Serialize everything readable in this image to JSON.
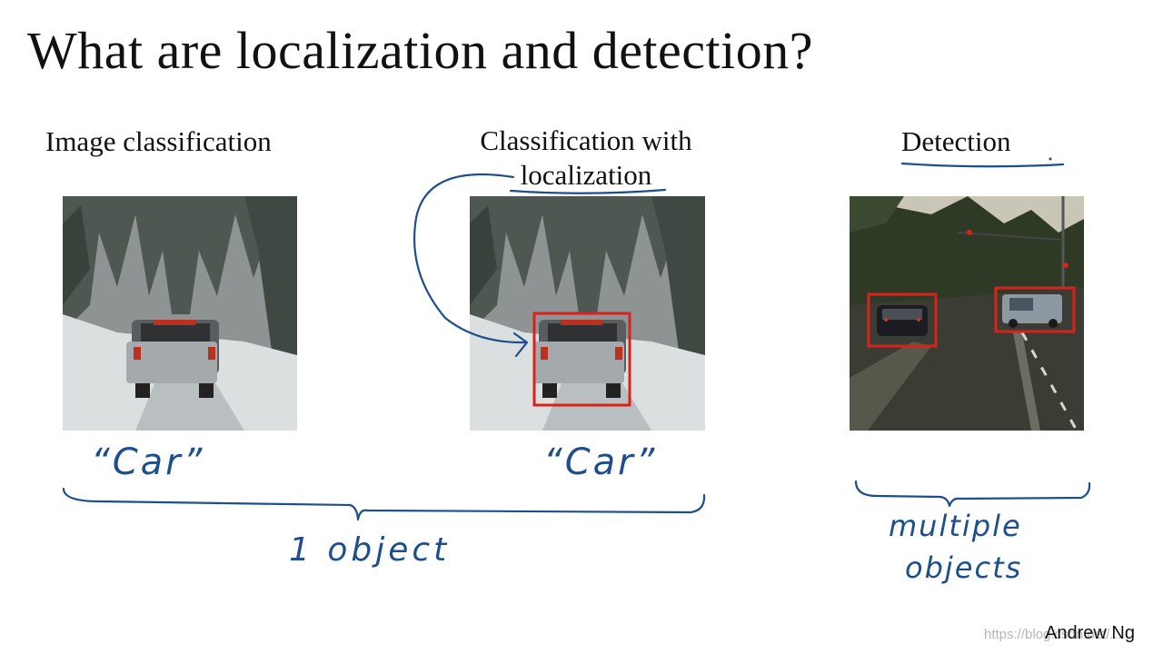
{
  "slide": {
    "title": "What are localization and detection?",
    "columns": [
      {
        "label": "Image classification",
        "handwritten_label": "“Car”"
      },
      {
        "label_line1": "Classification with",
        "label_line2": "localization",
        "handwritten_label": "“Car”"
      },
      {
        "label": "Detection"
      }
    ],
    "annotations": {
      "one_object": "1 object",
      "multiple_line1": "multiple",
      "multiple_line2": "objects"
    },
    "author": "Andrew Ng",
    "watermark": "https://blog.csdn.net/..."
  },
  "colors": {
    "ink": "#1d4f8c",
    "box": "#d9221b",
    "text": "#111111"
  }
}
